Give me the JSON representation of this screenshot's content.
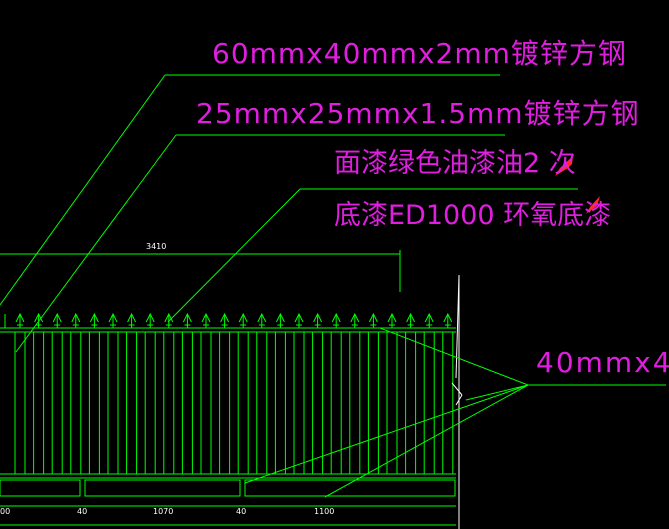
{
  "labels": {
    "top_rail": "60mmx40mmx2mm镀锌方钢",
    "picket": "25mmx25mmx1.5mm镀锌方钢",
    "topcoat": "面漆绿色油漆油2 次",
    "primer": "底漆ED1000 环氧底漆",
    "post": "40mmx4"
  },
  "dimensions": {
    "overall": "3410",
    "d1": "00",
    "d2": "40",
    "d3": "1070",
    "d4": "40",
    "d5": "1100"
  },
  "colors": {
    "background": "#000000",
    "linework": "#00ff00",
    "annotation": "#e01ee0",
    "frame": "#ffffff",
    "mark": "#ff2a2a"
  }
}
